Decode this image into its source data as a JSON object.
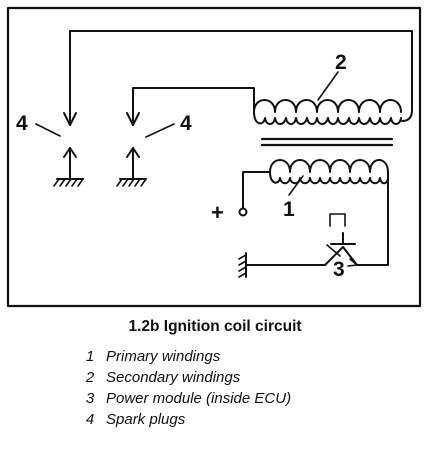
{
  "diagram": {
    "title": "1.2b  Ignition coil circuit",
    "callouts": {
      "plug_left": "4",
      "plug_right": "4",
      "secondary": "2",
      "primary": "1",
      "module": "3",
      "positive": "+"
    },
    "legend": [
      {
        "num": "1",
        "text": "Primary windings"
      },
      {
        "num": "2",
        "text": "Secondary windings"
      },
      {
        "num": "3",
        "text": "Power module (inside ECU)"
      },
      {
        "num": "4",
        "text": "Spark plugs"
      }
    ],
    "colors": {
      "ink": "#111111",
      "background": "#ffffff"
    }
  }
}
